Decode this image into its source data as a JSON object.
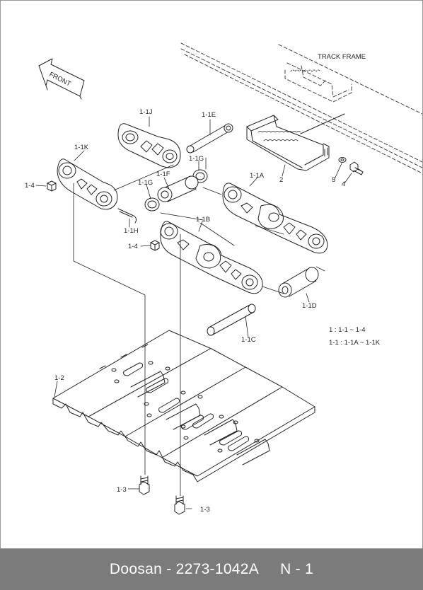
{
  "diagram": {
    "labels": {
      "track_frame": "TRACK FRAME",
      "front": "FRONT",
      "p_1_1j": "1-1J",
      "p_1_1e": "1-1E",
      "p_1_1k": "1-1K",
      "p_1_1g_a": "1-1G",
      "p_1_1g_b": "1-1G",
      "p_1_1f": "1-1F",
      "p_1_1a": "1-1A",
      "p_1_1h": "1-1H",
      "p_1_1b": "1-1B",
      "p_1_1d": "1-1D",
      "p_1_1c": "1-1C",
      "p_1_4_a": "1-4",
      "p_1_4_b": "1-4",
      "p_2": "2",
      "p_5": "5",
      "p_4": "4",
      "p_1_2": "1-2",
      "p_1_3_a": "1-3",
      "p_1_3_b": "1-3"
    },
    "legend": {
      "line1": "1 : 1-1 ~ 1-4",
      "line2": "1-1 : 1-1A ~ 1-1K"
    }
  },
  "footer": {
    "brand": "Doosan",
    "separator": " - ",
    "part_number": "2273-1042A",
    "page_ref": "N - 1"
  },
  "colors": {
    "line": "#222222",
    "footer_bg": "#7b7b7b",
    "footer_text": "#ffffff"
  }
}
